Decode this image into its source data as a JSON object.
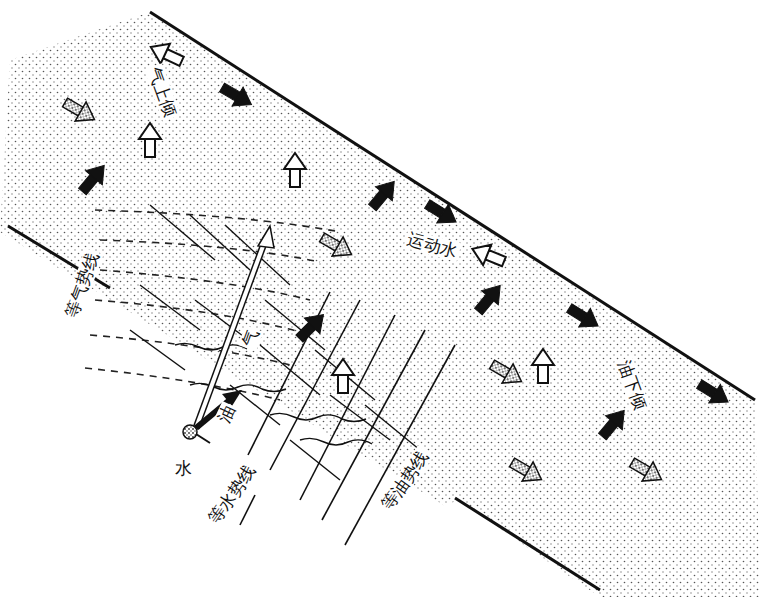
{
  "diagram": {
    "labels": [
      "气上倾",
      "运动水",
      "油下倾",
      "等气势线",
      "等水势线",
      "等油势线",
      "气",
      "油",
      "水"
    ]
  }
}
